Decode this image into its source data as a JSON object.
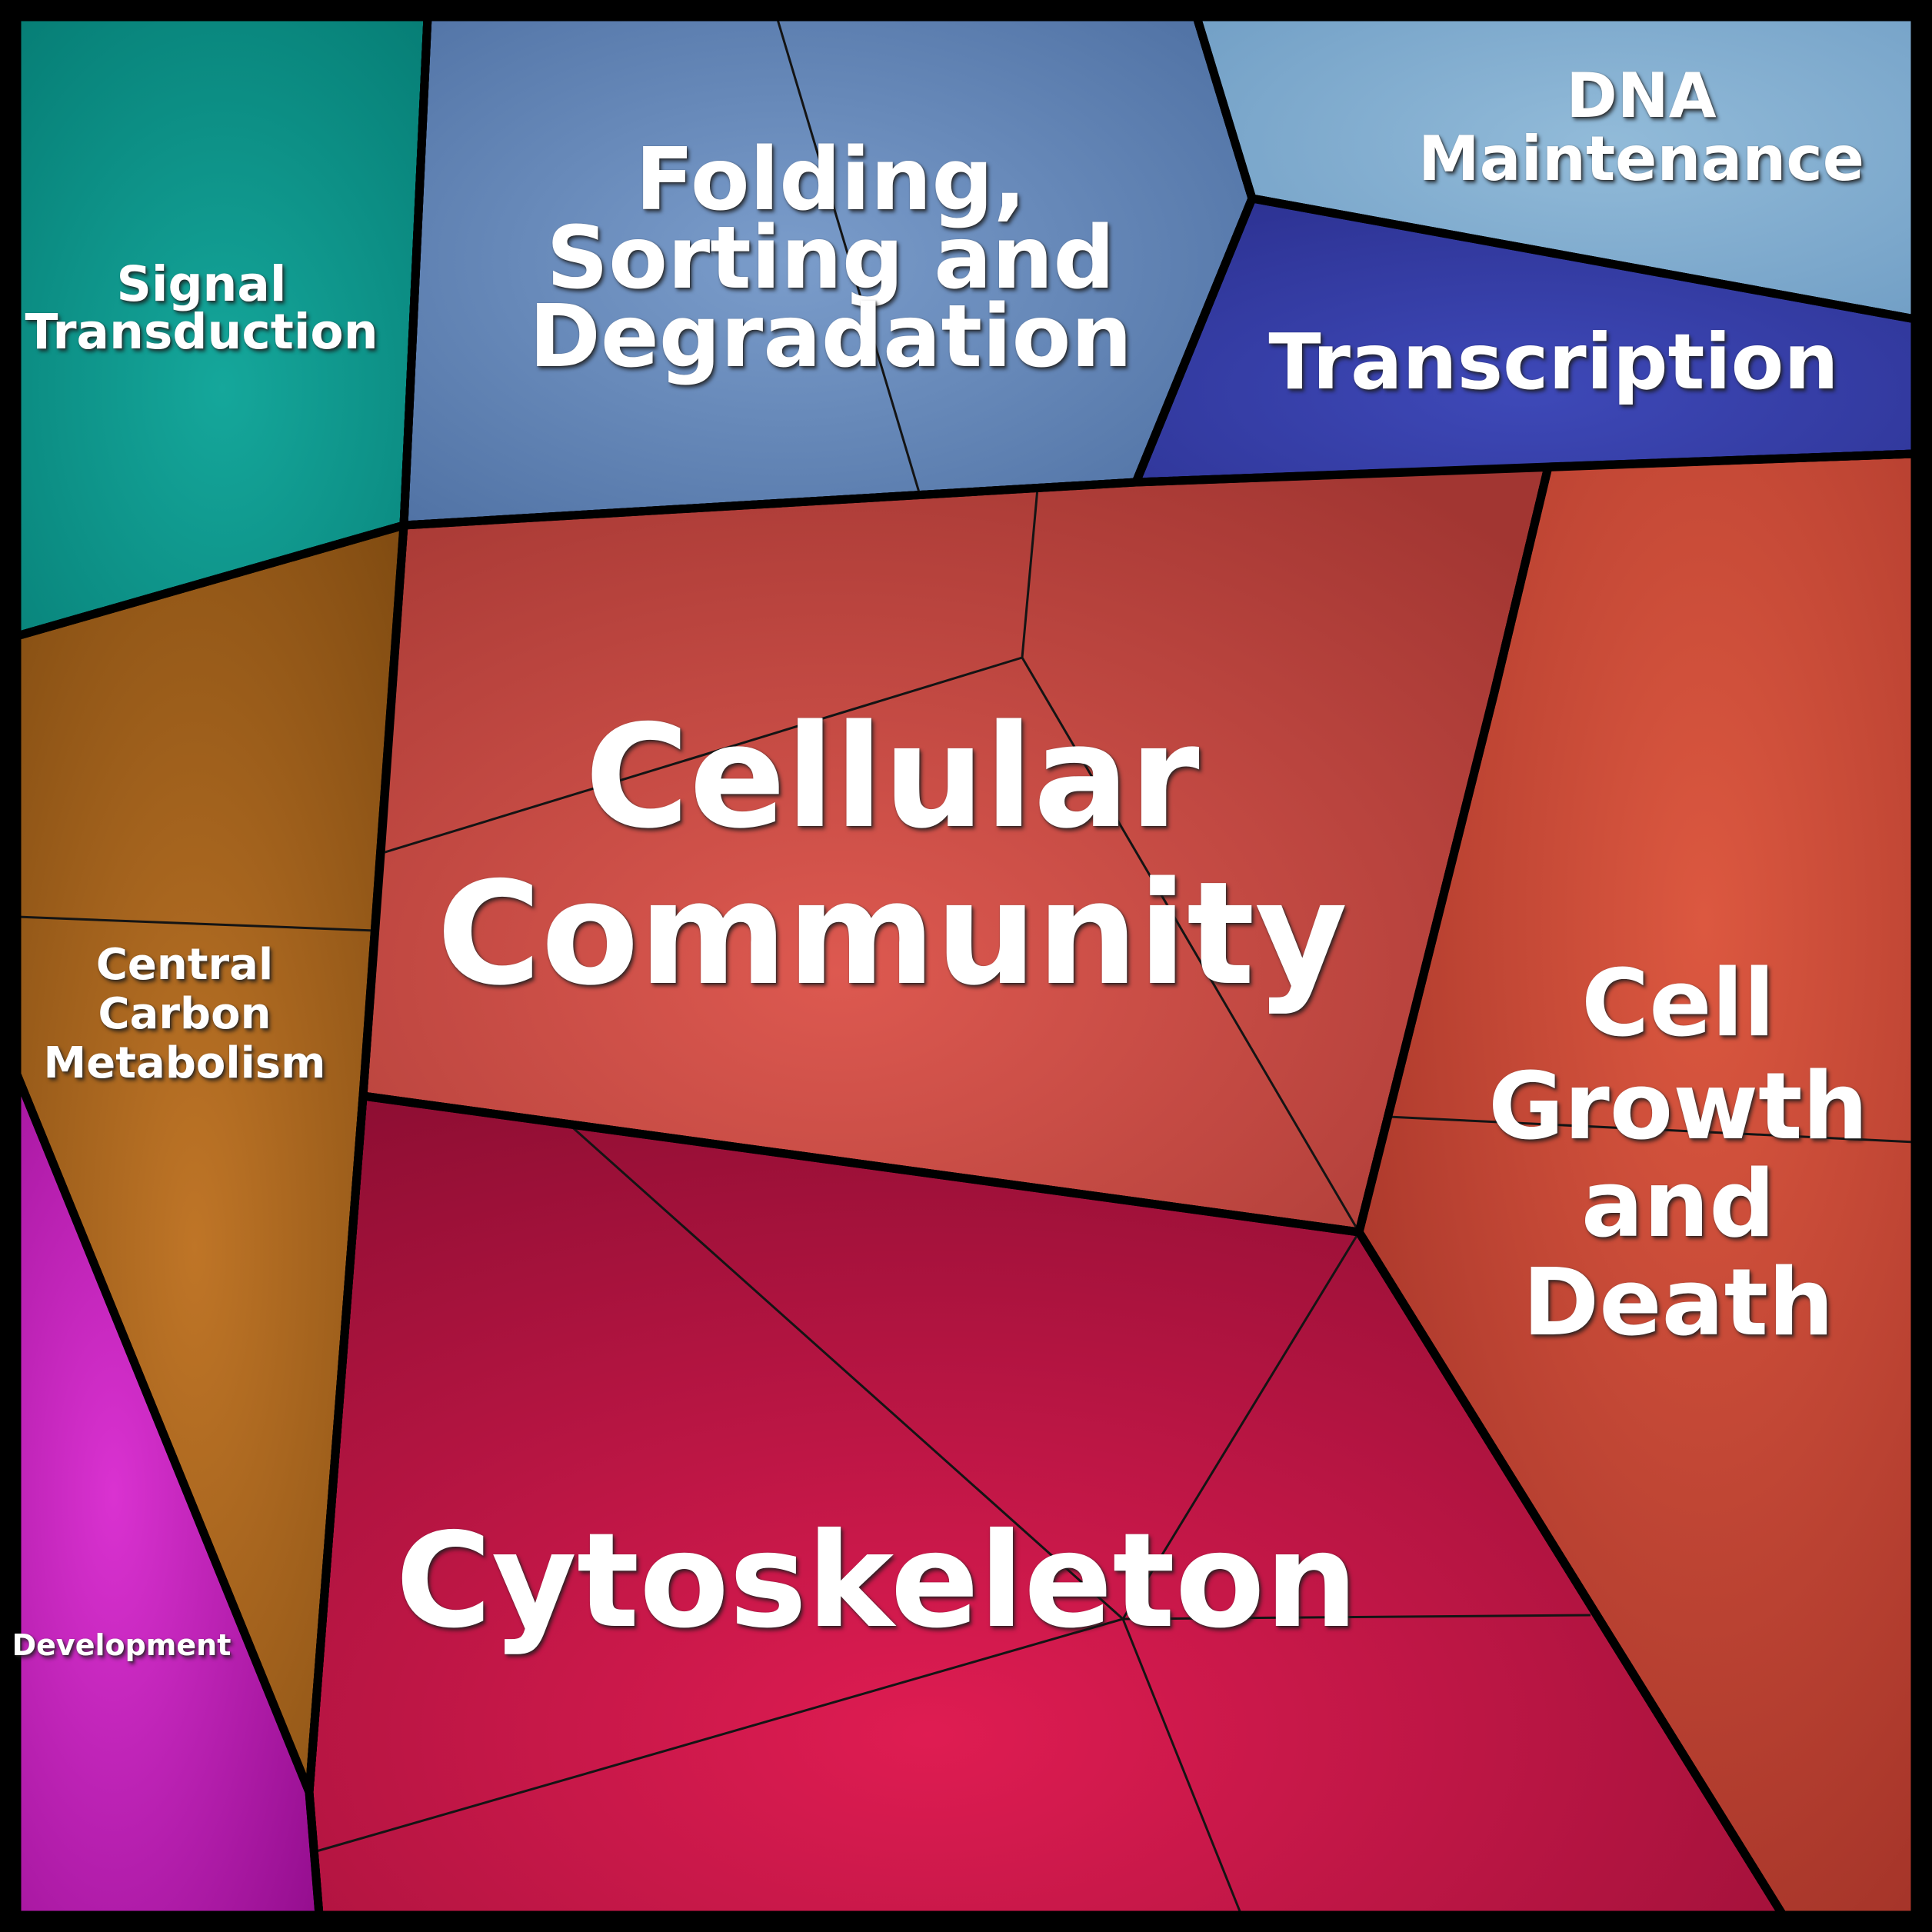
{
  "figure": {
    "kind": "voronoi_treemap_proteomap",
    "description": "Voronoi treemap of cellular functional categories; cell area encodes relative abundance",
    "background_color": "#000000",
    "border_color": "#000000",
    "label_color": "#ffffff"
  },
  "chart_data": {
    "type": "treemap",
    "variant": "voronoi",
    "title": "",
    "legend": false,
    "categories": [
      "Signal Transduction",
      "Folding, Sorting and Degradation",
      "DNA Maintenance",
      "Transcription",
      "Cellular Community",
      "Cell Growth and Death",
      "Cytoskeleton",
      "Central Carbon Metabolism",
      "Development"
    ],
    "values_area_pct_estimated": [
      6.1,
      10.1,
      4.4,
      4.6,
      20.2,
      16.5,
      25.6,
      8.5,
      4.0
    ]
  },
  "regions": [
    {
      "id": "signal-transduction",
      "label": "Signal Transduction",
      "label_lines": [
        "Signal",
        "Transduction"
      ],
      "colors": {
        "center": "#15a79b",
        "edge": "#057a72"
      },
      "area_pct": 6.1
    },
    {
      "id": "folding-sorting-degradation",
      "label": "Folding, Sorting and Degradation",
      "label_lines": [
        "Folding,",
        "Sorting and",
        "Degradation"
      ],
      "colors": {
        "center": "#7b9dcb",
        "edge": "#496b9e"
      },
      "area_pct": 10.1
    },
    {
      "id": "dna-maintenance",
      "label": "DNA Maintenance",
      "label_lines": [
        "DNA",
        "Maintenance"
      ],
      "colors": {
        "center": "#92bbd9",
        "edge": "#6c9ac2"
      },
      "area_pct": 4.4
    },
    {
      "id": "transcription",
      "label": "Transcription",
      "label_lines": [
        "Transcription"
      ],
      "colors": {
        "center": "#3e49b8",
        "edge": "#2c3191"
      },
      "area_pct": 4.6
    },
    {
      "id": "cellular-community",
      "label": "Cellular Community",
      "label_lines": [
        "Cellular",
        "Community"
      ],
      "colors": {
        "center": "#dd5950",
        "edge": "#a23632"
      },
      "area_pct": 20.2
    },
    {
      "id": "cell-growth-and-death",
      "label": "Cell Growth and Death",
      "label_lines": [
        "Cell",
        "Growth",
        "and",
        "Death"
      ],
      "colors": {
        "center": "#dc5840",
        "edge": "#a03127"
      },
      "area_pct": 16.5
    },
    {
      "id": "cytoskeleton",
      "label": "Cytoskeleton",
      "label_lines": [
        "Cytoskeleton"
      ],
      "colors": {
        "center": "#df1c52",
        "edge": "#8f0e33"
      },
      "area_pct": 25.6
    },
    {
      "id": "central-carbon-metabolism",
      "label": "Central Carbon Metabolism",
      "label_lines": [
        "Central",
        "Carbon",
        "Metabolism"
      ],
      "colors": {
        "center": "#bf7527",
        "edge": "#7a470f"
      },
      "area_pct": 8.5
    },
    {
      "id": "development",
      "label": "Development",
      "label_lines": [
        "Development"
      ],
      "colors": {
        "center": "#da32d1",
        "edge": "#930d8d"
      },
      "area_pct": 4.0
    }
  ]
}
